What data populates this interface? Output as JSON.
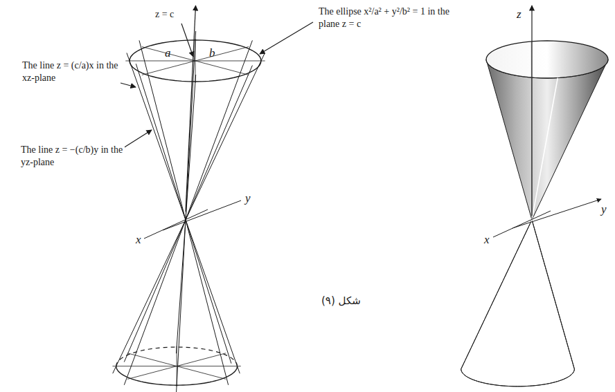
{
  "diagram": {
    "caption": "شكل (٩)",
    "labels": [
      "z = c",
      "The ellipse x²/a² + y²/b² = 1 in the plane z = c",
      "The line z = (c/a)x in the xz-plane",
      "The line z = −(c/b)y in the yz-plane",
      "a",
      "b",
      "x",
      "y",
      "z",
      "x",
      "y"
    ]
  }
}
